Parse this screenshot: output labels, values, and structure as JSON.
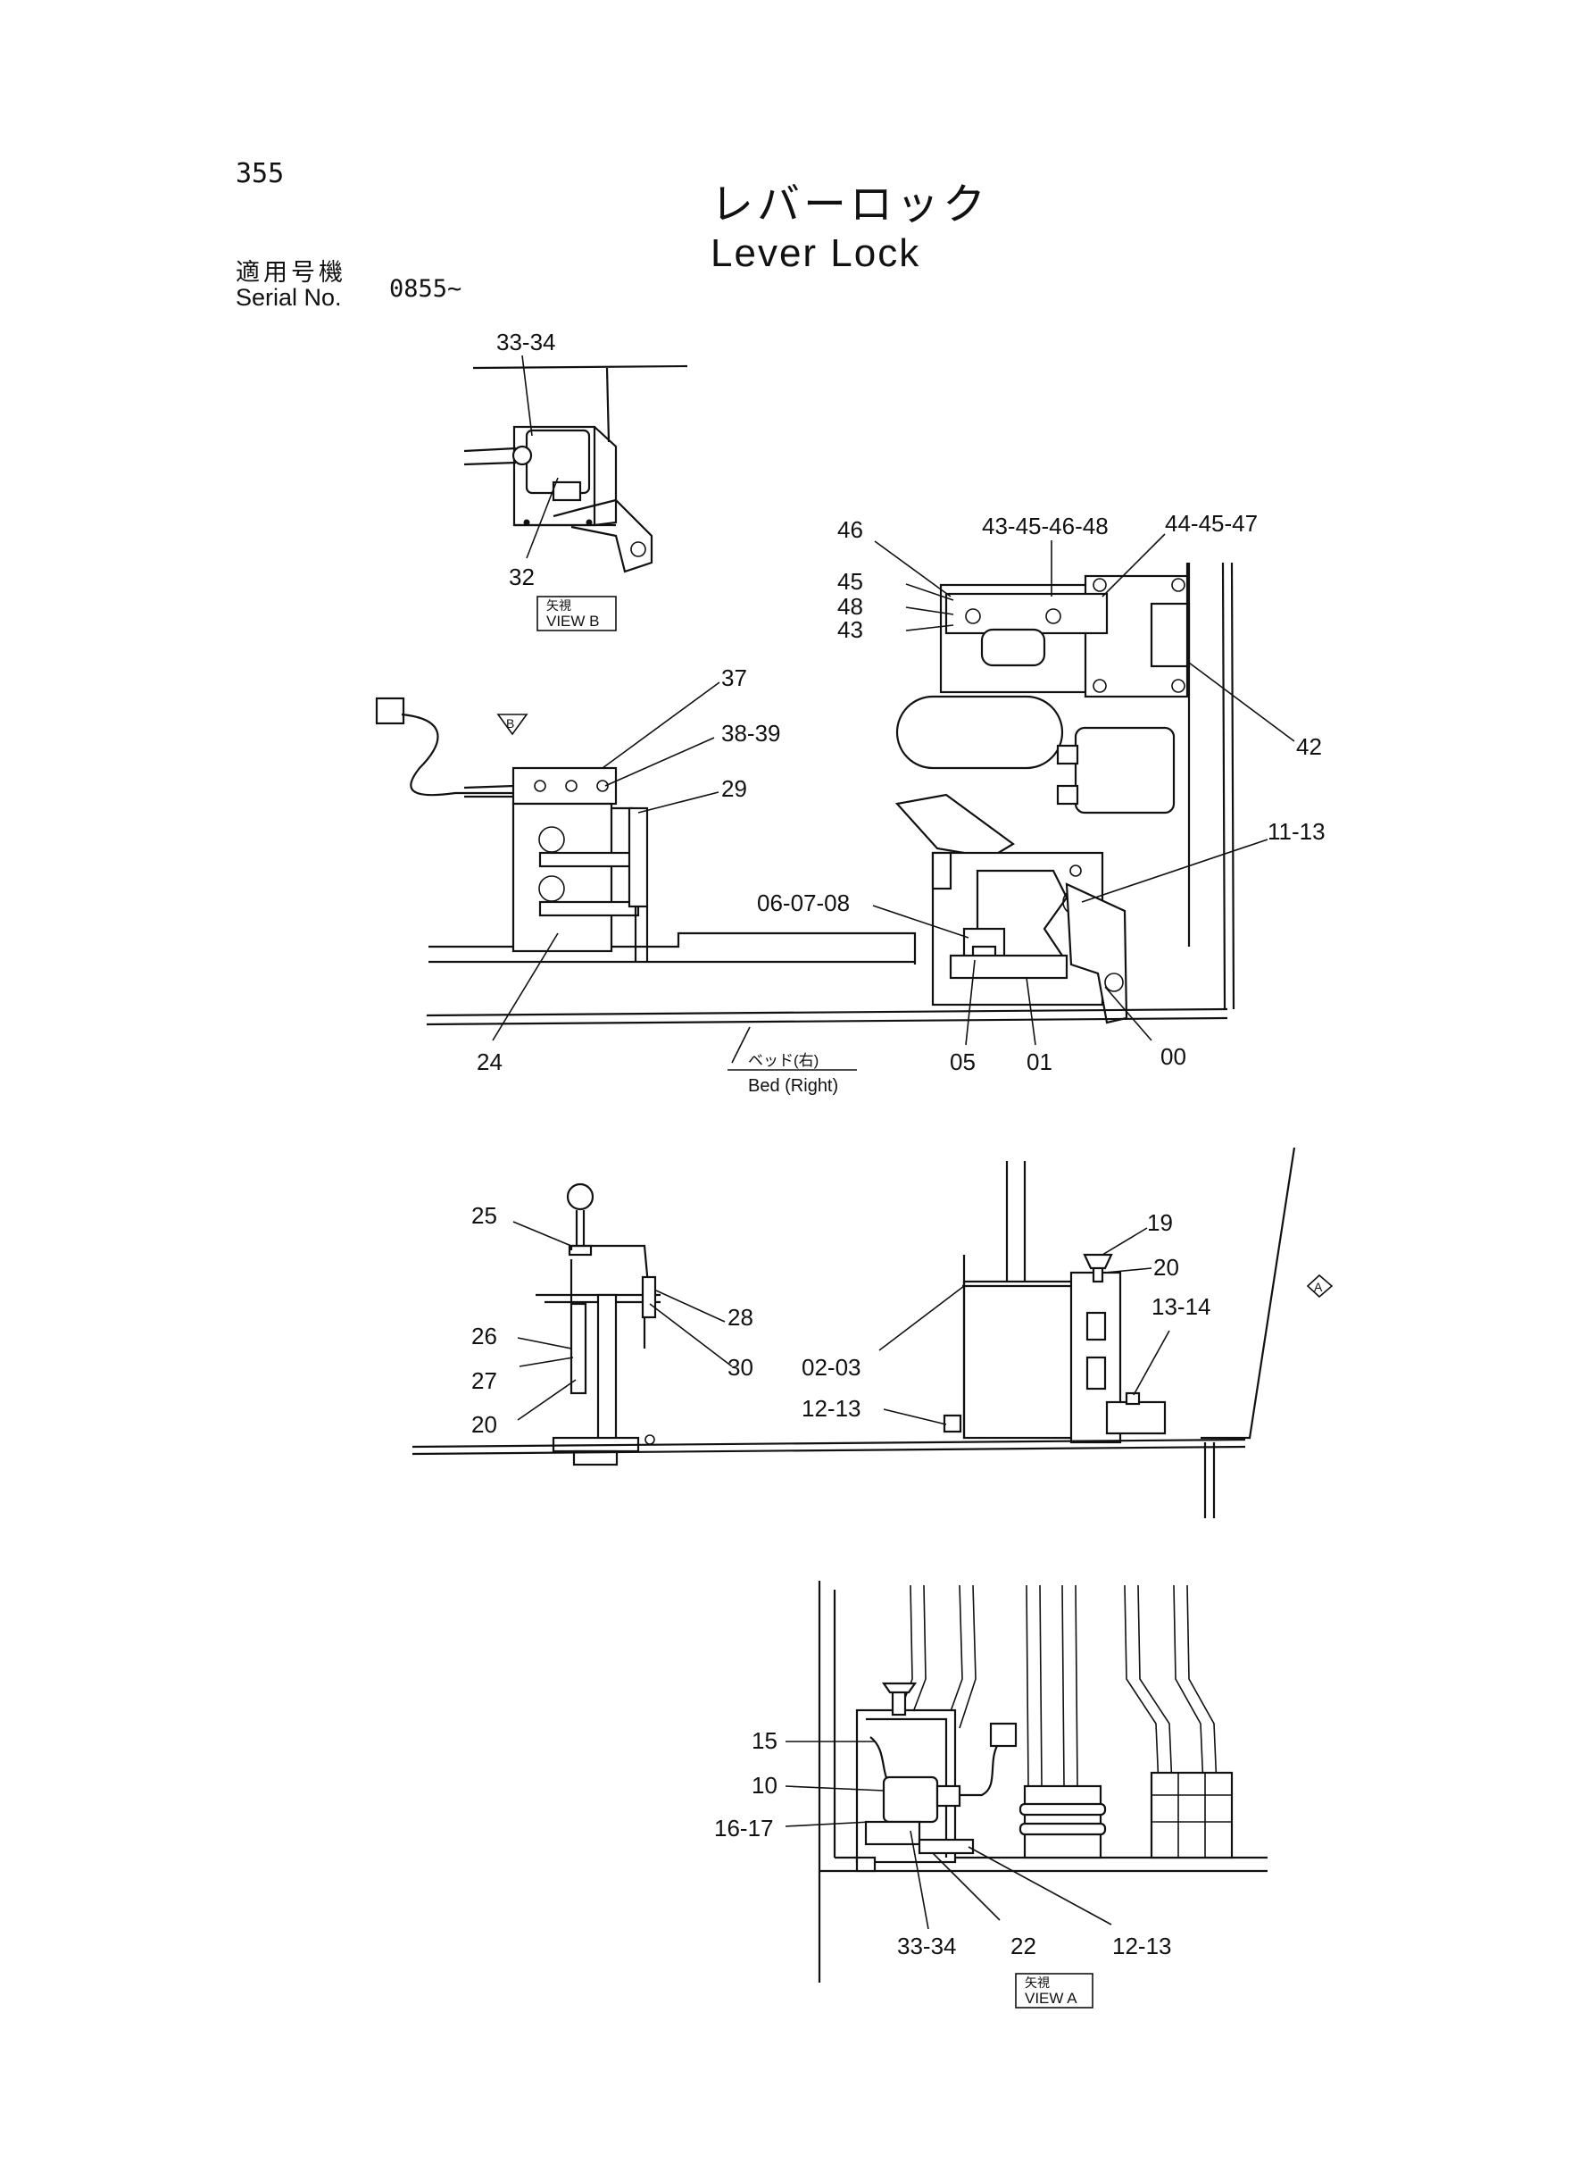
{
  "header": {
    "page_number": "355",
    "title_jp": "レバーロック",
    "title_en": "Lever Lock",
    "serial_label_jp": "適用号機",
    "serial_label_en": "Serial No.",
    "serial_value": "0855~"
  },
  "views": {
    "view_b": {
      "jp": "矢視",
      "en": "VIEW  B"
    },
    "view_a": {
      "jp": "矢視",
      "en": "VIEW  A"
    },
    "marker_b": "B",
    "marker_a": "A",
    "bed_jp": "ベッド(右)",
    "bed_en": "Bed (Right)"
  },
  "labels": {
    "l3334_top": "33-34",
    "l32": "32",
    "l46": "46",
    "l4345464 8": "43-45-46-48",
    "l434546_48": "43-45-46-48",
    "l444547": "44-45-47",
    "l45": "45",
    "l48": "48",
    "l43": "43",
    "l42": "42",
    "l37": "37",
    "l3839": "38-39",
    "l29": "29",
    "l24": "24",
    "l1113": "11-13",
    "l060708": "06-07-08",
    "l05": "05",
    "l01": "01",
    "l00": "00",
    "l25": "25",
    "l26": "26",
    "l27": "27",
    "l20a": "20",
    "l28": "28",
    "l30": "30",
    "l19": "19",
    "l20b": "20",
    "l1314": "13-14",
    "l0203": "02-03",
    "l1213a": "12-13",
    "l15": "15",
    "l10": "10",
    "l1617": "16-17",
    "l3334_bot": "33-34",
    "l22": "22",
    "l1213b": "12-13"
  }
}
